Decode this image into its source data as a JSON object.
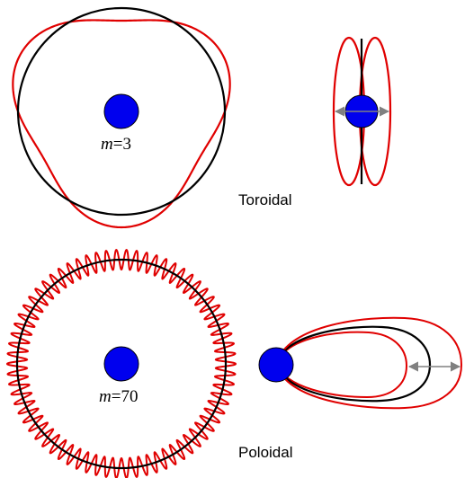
{
  "colors": {
    "background": "#ffffff",
    "orbit": "#000000",
    "perturbation": "#e00000",
    "body": "#0000ee",
    "arrow": "#808080"
  },
  "toroidal": {
    "label": "Toroidal",
    "mode_symbol": "m",
    "mode_equals": "=",
    "mode_value": "3",
    "m": 3
  },
  "poloidal": {
    "label": "Poloidal",
    "mode_symbol": "m",
    "mode_equals": "=",
    "mode_value": "70",
    "m": 70
  }
}
